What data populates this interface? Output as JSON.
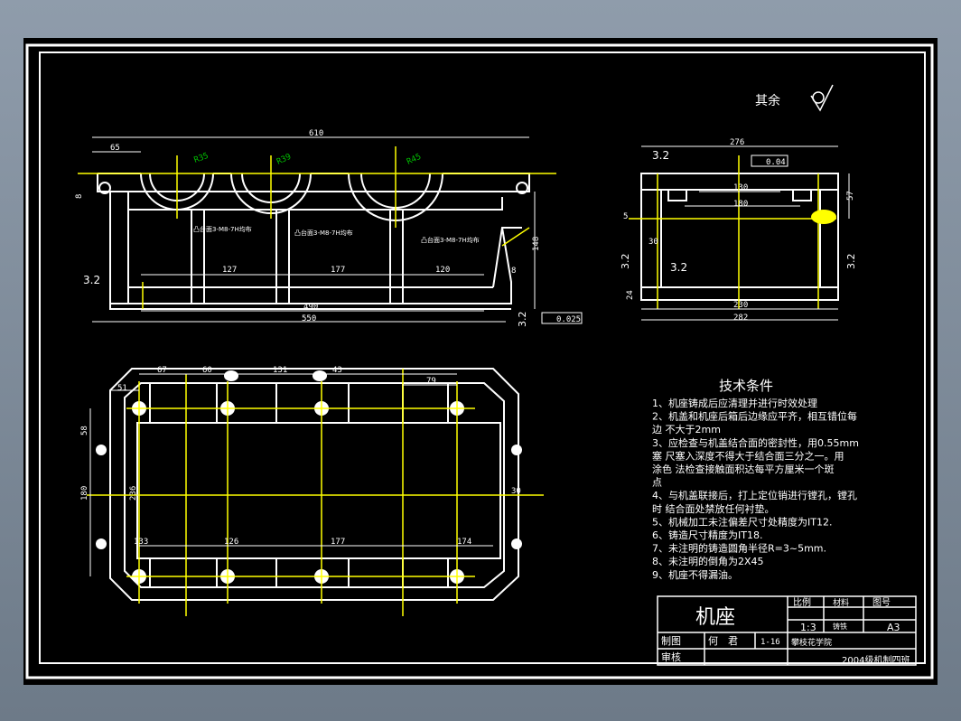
{
  "drawing": {
    "roughness_note": "其余",
    "title": "机座",
    "scale_label": "比例",
    "scale_value": "1:3",
    "material_label": "材料",
    "material_value": "铸铁",
    "drawing_no_label": "图号",
    "drawing_no_value": "A3",
    "drawn_by_label": "制图",
    "drawn_by_name": "何　君",
    "drawn_date": "1-16",
    "reviewed_by_label": "审核",
    "school": "攀枝花学院",
    "class_label": "2004级机制四班"
  },
  "tech_conditions": {
    "title": "技术条件",
    "lines": [
      "1、机座铸成后应清理并进行时效处理",
      "2、机盖和机座后箱后边缘应平齐，相互错位每",
      "边  不大于2mm",
      "3、应检查与机盖结合面的密封性，用0.55mm",
      "塞  尺塞入深度不得大于结合面三分之一。用",
      "涂色      法检查接触面积达每平方厘米一个斑",
      "点",
      "4、与机盖联接后，打上定位销进行镗孔，镗孔",
      "时  结合面处禁放任何衬垫。",
      "5、机械加工未注偏差尺寸处精度为IT12.",
      "6、铸造尺寸精度为IT18.",
      "7、未注明的铸造圆角半径R=3~5mm.",
      "8、未注明的倒角为2X45",
      "9、机座不得漏油。"
    ]
  },
  "front_view": {
    "dims": {
      "overall_top": "610",
      "left_offset": "65",
      "r1": "R35",
      "r2": "R39",
      "r3": "R45",
      "span1": "127",
      "span2": "177",
      "span3": "120",
      "bottom1": "490",
      "bottom2": "550",
      "height": "148",
      "left_h": "8",
      "right_small": "8",
      "roughness": "3.2",
      "flatness": "0.025",
      "note1": "凸台面3-M8-7H均布",
      "note2": "凸台面3-M8-7H均布",
      "note3": "凸台面3-M8-7H均布"
    }
  },
  "side_view": {
    "dims": {
      "top": "276",
      "flatness": "0.04",
      "inner1": "130",
      "inner2": "180",
      "right_h": "57",
      "left_small": "5",
      "left_mid": "30",
      "bottom1": "230",
      "bottom2": "282",
      "base_h": "24",
      "roughness": "3.2"
    }
  },
  "top_view": {
    "dims": {
      "d1": "67",
      "d2": "60",
      "d3": "131",
      "d4": "43",
      "d5": "79",
      "d6": "51",
      "h1": "58",
      "h2": "180",
      "h3": "236",
      "r_side": "30",
      "b1": "133",
      "b2": "126",
      "b3": "177",
      "b4": "174"
    }
  },
  "colors": {
    "background": "#000000",
    "lines": "#ffffff",
    "centerline": "#ffff00",
    "annotation": "#00c000"
  }
}
